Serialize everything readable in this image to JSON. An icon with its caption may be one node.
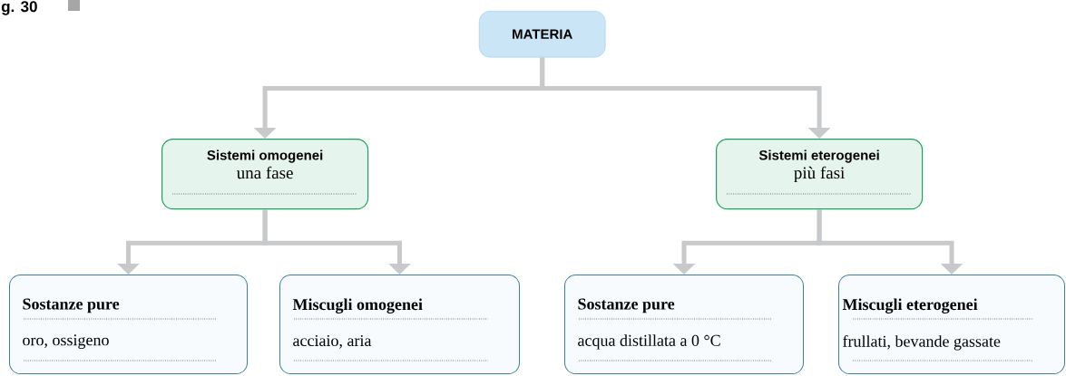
{
  "diagram": {
    "nodes": [
      {
        "text": [
          "MATERIA"
        ]
      },
      {
        "text": [
          "Sistemi omogenei",
          "una fase"
        ]
      },
      {
        "text": [
          "Sistemi eterogenei",
          "più fasi"
        ]
      },
      {
        "text": [
          "Sostanze pure",
          "oro, ossigeno"
        ]
      },
      {
        "text": [
          "Miscugli omogenei",
          "acciaio, aria"
        ]
      },
      {
        "text": [
          "Sostanze pure",
          "acqua distillata a 0 °C"
        ]
      },
      {
        "text": [
          "Miscugli eterogenei",
          "frullati, bevande gassate"
        ]
      }
    ],
    "edges": [
      {
        "from": 0,
        "to": 1,
        "arrow": "to"
      },
      {
        "from": 0,
        "to": 2,
        "arrow": "to"
      },
      {
        "from": 1,
        "to": 3,
        "arrow": "to"
      },
      {
        "from": 1,
        "to": 4,
        "arrow": "to"
      },
      {
        "from": 2,
        "to": 5,
        "arrow": "to"
      },
      {
        "from": 2,
        "to": 6,
        "arrow": "to"
      }
    ],
    "labels": [
      "g. 30"
    ]
  }
}
